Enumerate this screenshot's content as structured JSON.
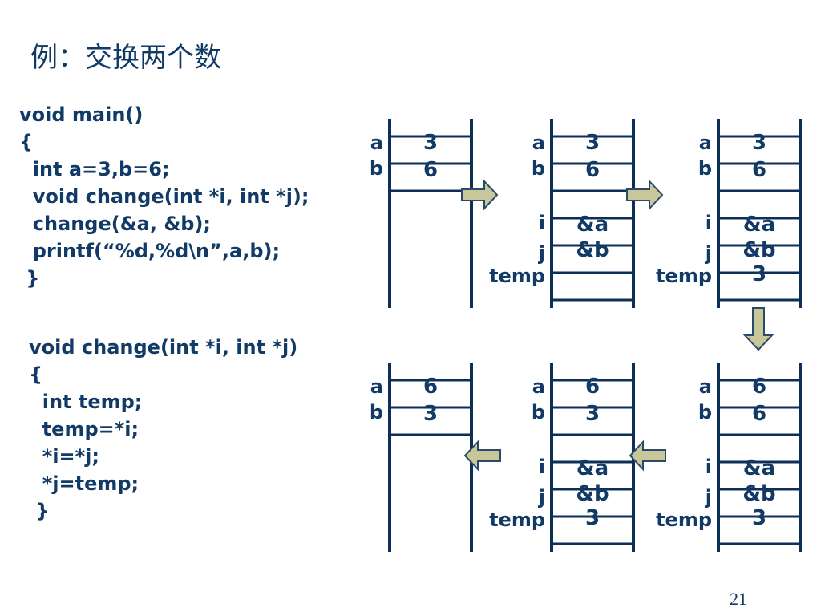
{
  "title": "例：交换两个数",
  "code_main": [
    "void main()",
    "{",
    "  int a=3,b=6;",
    "  void change(int *i, int *j);",
    "  change(&a, &b);",
    "  printf(“%d,%d\\n”,a,b);",
    " }"
  ],
  "code_change": [
    "void change(int *i, int *j)",
    "{",
    "  int temp;",
    "  temp=*i;",
    "  *i=*j;",
    "  *j=temp;",
    " }"
  ],
  "stacks": [
    {
      "id": "step-1",
      "labels": [
        "a",
        "b"
      ],
      "values": [
        "3",
        "6"
      ],
      "has_pointers": false
    },
    {
      "id": "step-2",
      "labels": [
        "a",
        "b",
        "i",
        "j",
        "temp"
      ],
      "values": [
        "3",
        "6",
        "&a",
        "&b",
        ""
      ],
      "has_pointers": true
    },
    {
      "id": "step-3",
      "labels": [
        "a",
        "b",
        "i",
        "j",
        "temp"
      ],
      "values": [
        "3",
        "6",
        "&a",
        "&b",
        "3"
      ],
      "has_pointers": true
    },
    {
      "id": "step-4",
      "labels": [
        "a",
        "b",
        "i",
        "j",
        "temp"
      ],
      "values": [
        "6",
        "6",
        "&a",
        "&b",
        "3"
      ],
      "has_pointers": true
    },
    {
      "id": "step-5",
      "labels": [
        "a",
        "b",
        "i",
        "j",
        "temp"
      ],
      "values": [
        "6",
        "3",
        "&a",
        "&b",
        "3"
      ],
      "has_pointers": true
    },
    {
      "id": "step-6",
      "labels": [
        "a",
        "b"
      ],
      "values": [
        "6",
        "3"
      ],
      "has_pointers": false
    }
  ],
  "arrows": [
    {
      "direction": "right"
    },
    {
      "direction": "right"
    },
    {
      "direction": "down"
    },
    {
      "direction": "left"
    },
    {
      "direction": "left"
    }
  ],
  "colors": {
    "text": "#123a66",
    "stack_line": "#0d2f57",
    "arrow_fill": "#c8c79a",
    "arrow_stroke": "#2b4a6b"
  },
  "page_number": "21"
}
